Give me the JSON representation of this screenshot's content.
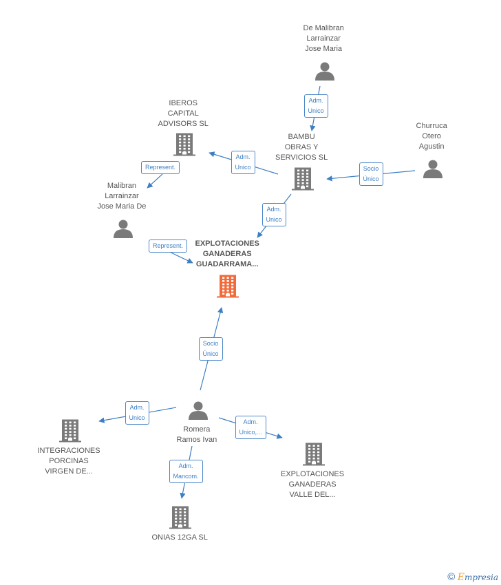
{
  "diagram": {
    "nodes": [
      {
        "id": "de_malibran",
        "kind": "person",
        "lines": [
          "De Malibran",
          "Larrainzar",
          "Jose Maria"
        ]
      },
      {
        "id": "iberos",
        "kind": "company",
        "lines": [
          "IBEROS",
          "CAPITAL",
          "ADVISORS  SL"
        ]
      },
      {
        "id": "bambu",
        "kind": "company",
        "lines": [
          "BAMBU",
          "OBRAS Y",
          "SERVICIOS SL"
        ]
      },
      {
        "id": "churruca",
        "kind": "person",
        "lines": [
          "Churruca",
          "Otero",
          "Agustin"
        ]
      },
      {
        "id": "malibran",
        "kind": "person",
        "lines": [
          "Malibran",
          "Larrainzar",
          "Jose Maria De"
        ]
      },
      {
        "id": "explotaciones_guadarrama",
        "kind": "company-main",
        "lines": [
          "EXPLOTACIONES",
          "GANADERAS",
          "GUADARRAMA..."
        ]
      },
      {
        "id": "romera",
        "kind": "person",
        "lines": [
          "Romera",
          "Ramos Ivan"
        ]
      },
      {
        "id": "integraciones",
        "kind": "company",
        "lines": [
          "INTEGRACIONES",
          "PORCINAS",
          "VIRGEN DE..."
        ]
      },
      {
        "id": "explotaciones_valle",
        "kind": "company",
        "lines": [
          "EXPLOTACIONES",
          "GANADERAS",
          "VALLE DEL..."
        ]
      },
      {
        "id": "onias",
        "kind": "company",
        "lines": [
          "ONIAS 12GA SL"
        ]
      }
    ],
    "edges": [
      {
        "from": "de_malibran",
        "to": "bambu",
        "lines": [
          "Adm.",
          "Unico"
        ]
      },
      {
        "from": "bambu",
        "to": "iberos",
        "lines": [
          "Adm.",
          "Unico"
        ]
      },
      {
        "from": "churruca",
        "to": "bambu",
        "lines": [
          "Socio",
          "Único"
        ]
      },
      {
        "from": "malibran",
        "to": "iberos",
        "lines": [
          "Represent."
        ]
      },
      {
        "from": "bambu",
        "to": "explotaciones_guadarrama",
        "lines": [
          "Adm.",
          "Unico"
        ]
      },
      {
        "from": "malibran",
        "to": "explotaciones_guadarrama",
        "lines": [
          "Represent."
        ]
      },
      {
        "from": "romera",
        "to": "explotaciones_guadarrama",
        "lines": [
          "Socio",
          "Único"
        ]
      },
      {
        "from": "romera",
        "to": "integraciones",
        "lines": [
          "Adm.",
          "Unico"
        ]
      },
      {
        "from": "romera",
        "to": "explotaciones_valle",
        "lines": [
          "Adm.",
          "Unico,..."
        ]
      },
      {
        "from": "romera",
        "to": "onias",
        "lines": [
          "Adm.",
          "Mancom."
        ]
      }
    ]
  },
  "footer": {
    "copyright": "©",
    "brand_initial": "E",
    "brand_rest": "mpresia"
  },
  "colors": {
    "main": "#f26b3a",
    "node": "#7a7a7a",
    "edge": "#3d7fc4"
  }
}
